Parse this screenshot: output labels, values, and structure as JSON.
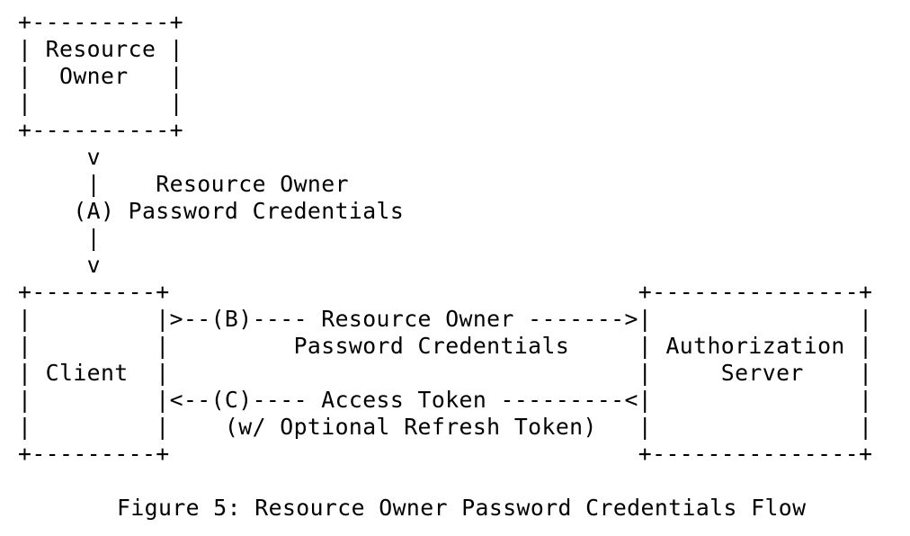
{
  "diagram": {
    "lines": [
      "+----------+",
      "| Resource |",
      "|  Owner   |",
      "|          |",
      "+----------+",
      "     v",
      "     |    Resource Owner",
      "    (A) Password Credentials",
      "     |",
      "     v",
      "+---------+                                  +---------------+",
      "|         |>--(B)---- Resource Owner ------->|               |",
      "|         |         Password Credentials     | Authorization |",
      "| Client  |                                  |     Server    |",
      "|         |<--(C)---- Access Token ---------<|               |",
      "|         |    (w/ Optional Refresh Token)   |               |",
      "+---------+                                  +---------------+"
    ]
  },
  "caption": "Figure 5: Resource Owner Password Credentials Flow"
}
